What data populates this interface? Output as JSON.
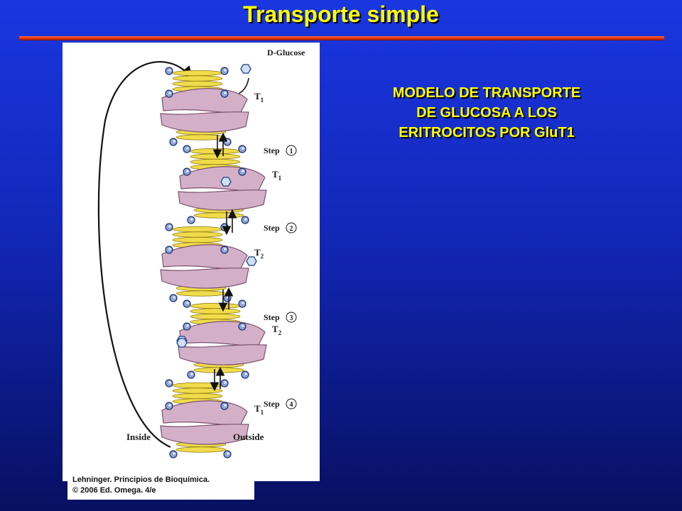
{
  "slide": {
    "title": "Transporte simple",
    "caption_lines": [
      "MODELO DE TRANSPORTE",
      "DE GLUCOSA A LOS",
      "ERITROCITOS POR GluT1"
    ],
    "credit_lines": [
      "Lehninger. Principios de Bioquímica.",
      "© 2006 Ed. Omega. 4/e"
    ]
  },
  "figure": {
    "glucose_label": "D-Glucose",
    "inside_label": "Inside",
    "outside_label": "Outside",
    "states": [
      {
        "conformation": "T",
        "subscript": "1"
      },
      {
        "conformation": "T",
        "subscript": "1"
      },
      {
        "conformation": "T",
        "subscript": "2"
      },
      {
        "conformation": "T",
        "subscript": "2"
      },
      {
        "conformation": "T",
        "subscript": "1"
      }
    ],
    "steps": [
      {
        "label": "Step",
        "number": "1"
      },
      {
        "label": "Step",
        "number": "2"
      },
      {
        "label": "Step",
        "number": "3"
      },
      {
        "label": "Step",
        "number": "4"
      }
    ]
  },
  "colors": {
    "title": "#ffff00",
    "rule": "#d72a0c",
    "protein": "#d4b0c8",
    "helix": "#f0dc4a",
    "headgroup": "#8ea6d8"
  }
}
